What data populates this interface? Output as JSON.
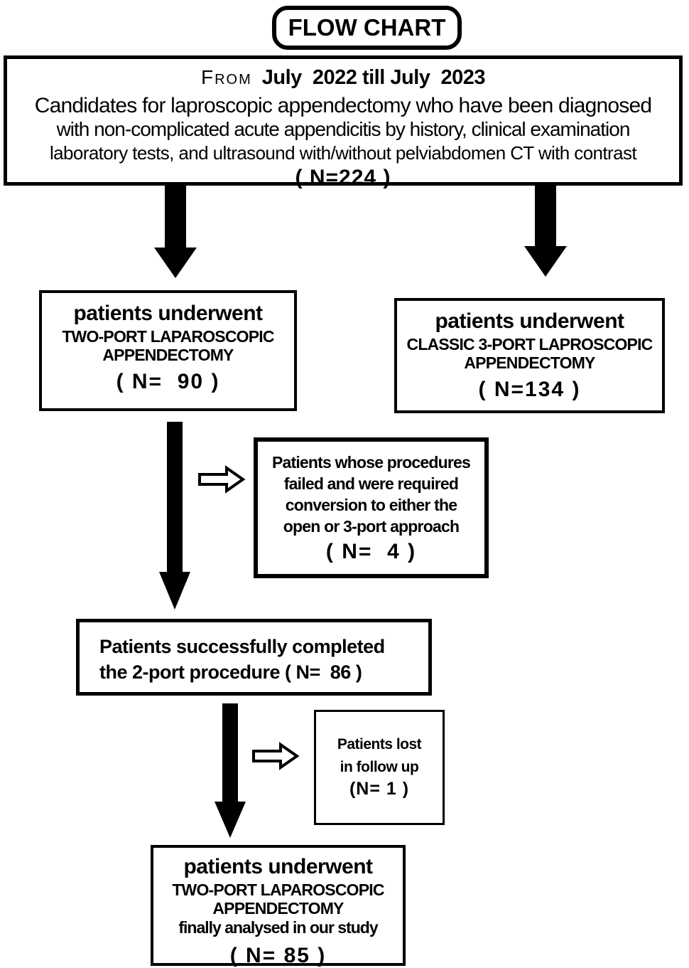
{
  "colors": {
    "ink": "#000000",
    "paper": "#ffffff"
  },
  "title": {
    "label": "FLOW CHART"
  },
  "top_box": {
    "from_label": "From",
    "date_range": "July  2022 till July  2023",
    "desc_line1": "Candidates for laproscopic appendectomy who have been diagnosed",
    "desc_line2": "with non-complicated acute appendicitis by history, clinical examination",
    "desc_line3": "laboratory tests, and ultrasound with/without pelviabdomen CT with contrast",
    "count": "( N=224 )"
  },
  "two_port_box": {
    "heading": "patients underwent",
    "proc_line1": "TWO-PORT LAPAROSCOPIC",
    "proc_line2": "APPENDECTOMY",
    "count": "( N=  90 )"
  },
  "three_port_box": {
    "heading": "patients underwent",
    "proc_line1": "CLASSIC 3-PORT LAPROSCOPIC",
    "proc_line2": "APPENDECTOMY",
    "count": "( N=134 )"
  },
  "conversion_box": {
    "line1": "Patients whose procedures",
    "line2": "failed and were required",
    "line3": "conversion to either the",
    "line4": "open or 3-port approach",
    "count": "( N=  4 )"
  },
  "success_box": {
    "line1": "Patients successfully completed",
    "line2": "the 2-port procedure ( N=  86 )"
  },
  "lost_box": {
    "line1": "Patients lost",
    "line2": "in follow up",
    "count": "(N= 1 )"
  },
  "final_box": {
    "heading": "patients underwent",
    "proc_line1": "TWO-PORT LAPAROSCOPIC",
    "proc_line2": "APPENDECTOMY",
    "note": "finally analysed in our study",
    "count": "( N= 85 )"
  }
}
